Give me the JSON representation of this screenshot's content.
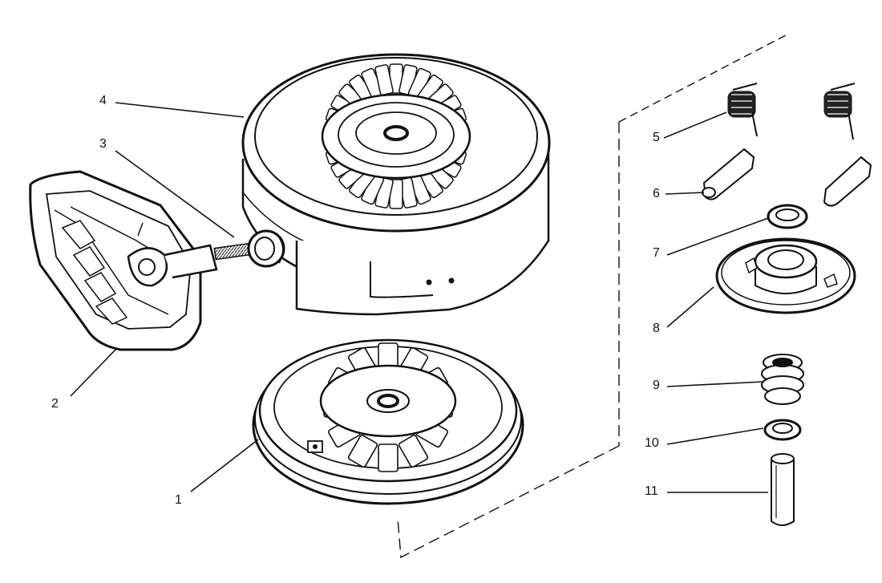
{
  "diagram": {
    "type": "exploded-parts-diagram",
    "line_color": "#111111",
    "background": "#ffffff",
    "callouts": [
      {
        "id": "c1",
        "label": "1"
      },
      {
        "id": "c2",
        "label": "2"
      },
      {
        "id": "c3",
        "label": "3"
      },
      {
        "id": "c4",
        "label": "4"
      },
      {
        "id": "c5",
        "label": "5"
      },
      {
        "id": "c6",
        "label": "6"
      },
      {
        "id": "c7",
        "label": "7"
      },
      {
        "id": "c8",
        "label": "8"
      },
      {
        "id": "c9",
        "label": "9"
      },
      {
        "id": "c10",
        "label": "10"
      },
      {
        "id": "c11",
        "label": "11"
      }
    ]
  }
}
